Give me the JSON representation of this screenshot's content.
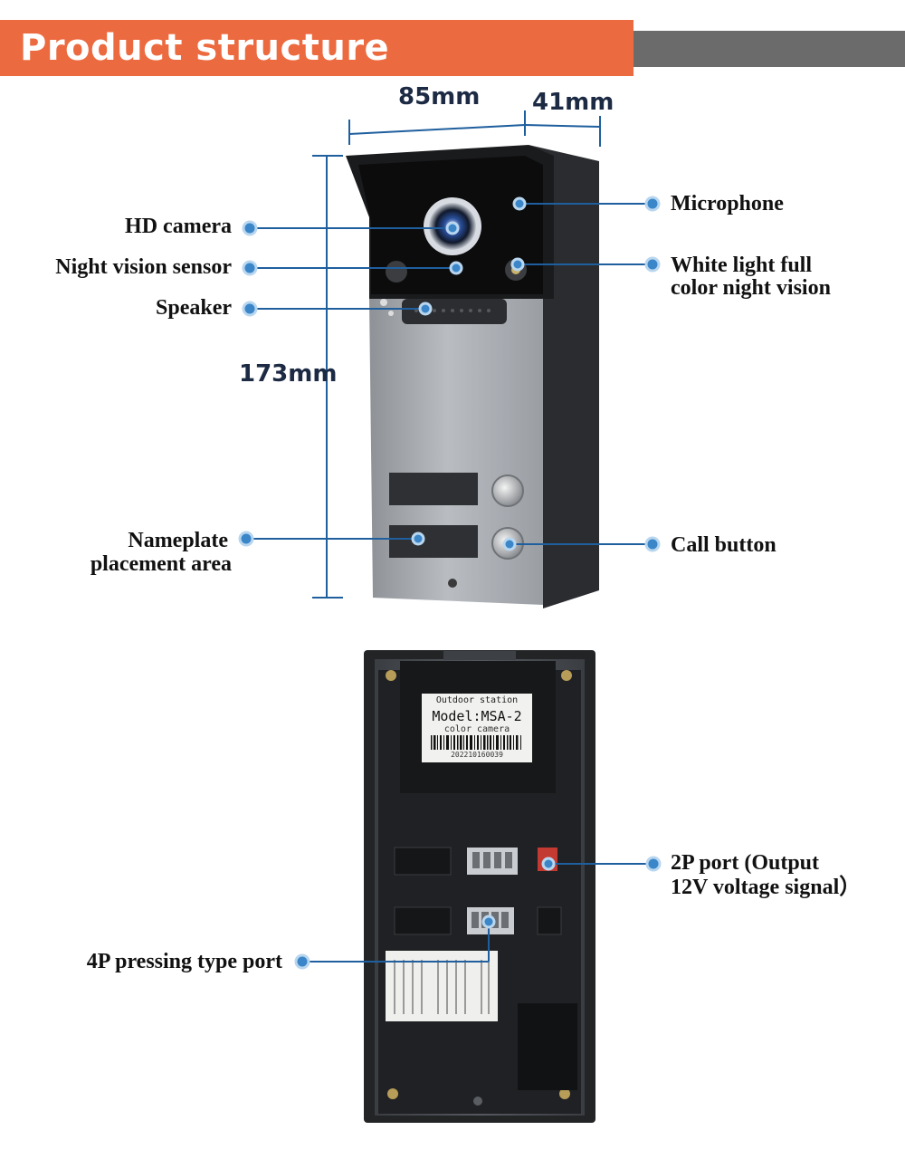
{
  "header": {
    "title": "Product structure"
  },
  "dimensions": {
    "width": "85mm",
    "depth": "41mm",
    "height": "173mm"
  },
  "callouts": {
    "hd_camera": "HD camera",
    "night_vision_sensor": "Night vision sensor",
    "speaker": "Speaker",
    "nameplate_line1": "Nameplate",
    "nameplate_line2": "placement area",
    "microphone": "Microphone",
    "white_light_line1": "White light full",
    "white_light_line2": "color night vision",
    "call_button": "Call button",
    "port_2p_line1": "2P port (Output",
    "port_2p_line2": "12V voltage signal）",
    "port_4p": "4P pressing type port"
  },
  "back_label": {
    "line1": "Outdoor station",
    "line2": "Model:MSA-2",
    "line3": "color camera",
    "serial": "202210160039"
  },
  "colors": {
    "accent": "#ec6a3f",
    "callout_line": "#1f5f9e",
    "dot": "#3a86c8"
  }
}
